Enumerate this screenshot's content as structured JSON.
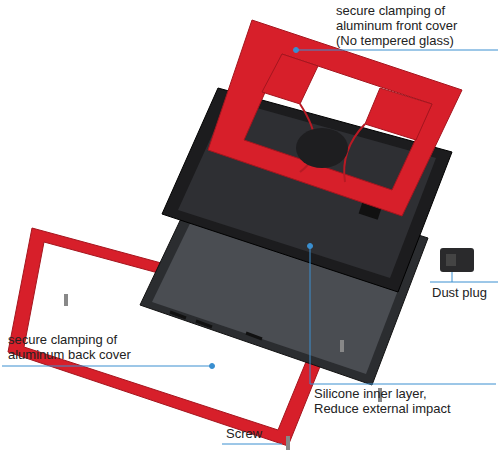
{
  "diagram": {
    "labels": [
      "secure clamping of aluminum front cover (No tempered glass)",
      "Dust plug",
      "secure clamping of aluminum back cover",
      "Silicone inner layer, Reduce external impact",
      "Screw"
    ]
  }
}
